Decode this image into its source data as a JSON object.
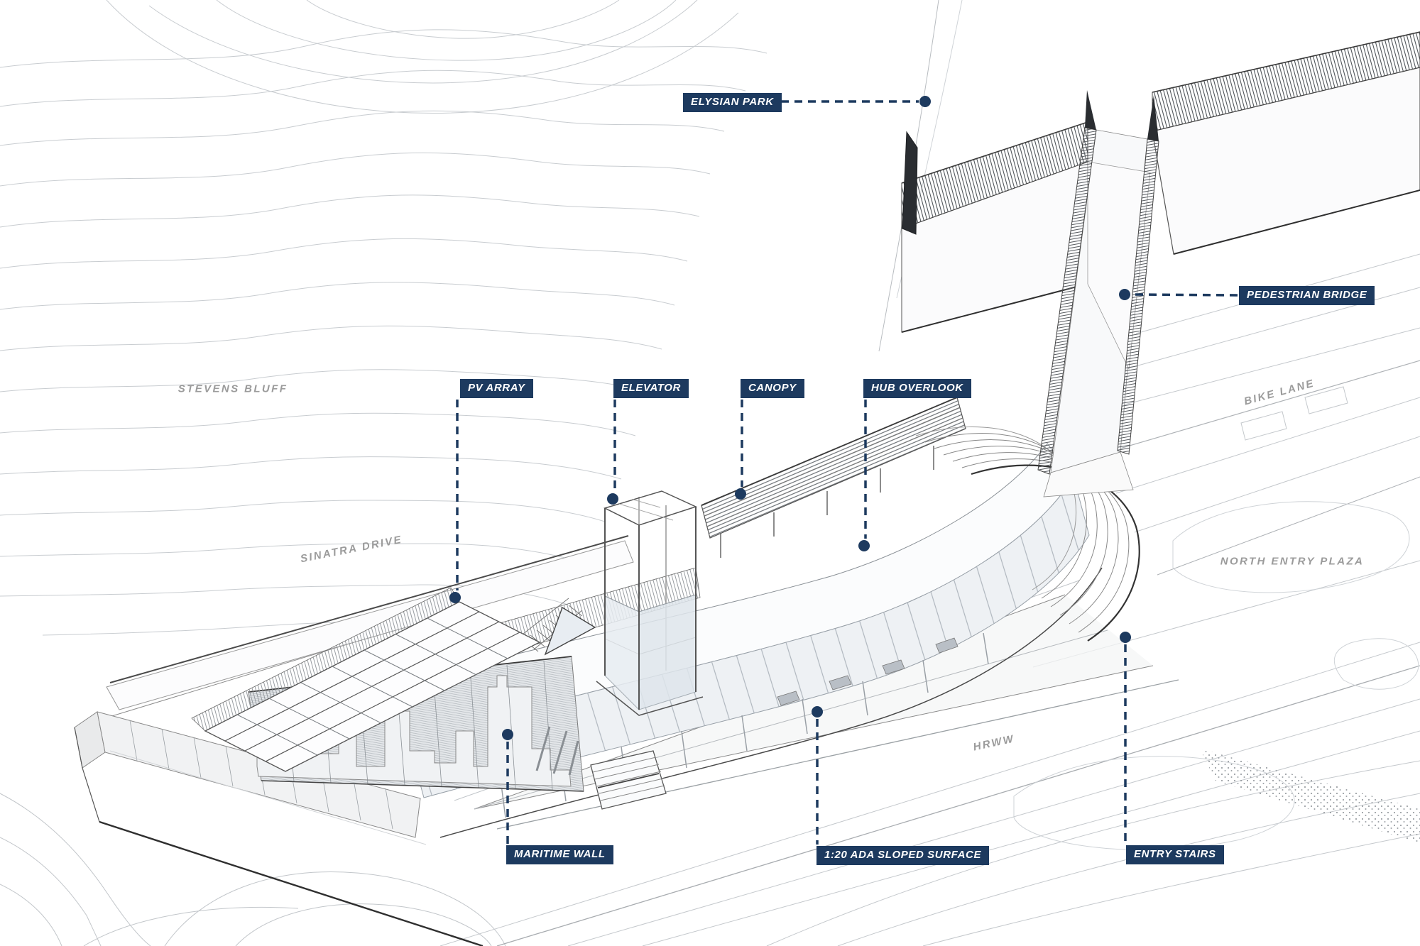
{
  "title": "Waterfront hub axonometric diagram",
  "colors": {
    "callout_bg": "#1d3a5f",
    "callout_text": "#ffffff",
    "leader": "#1d3a5f",
    "context_text": "#9b9b9b",
    "line_light": "#c8ccd0",
    "line_dark": "#3a3a3a",
    "glass": "#e8edf2"
  },
  "callouts": [
    {
      "id": "elysian-park",
      "label": "ELYSIAN PARK"
    },
    {
      "id": "pedestrian-bridge",
      "label": "PEDESTRIAN BRIDGE"
    },
    {
      "id": "pv-array",
      "label": "PV ARRAY"
    },
    {
      "id": "elevator",
      "label": "ELEVATOR"
    },
    {
      "id": "canopy",
      "label": "CANOPY"
    },
    {
      "id": "hub-overlook",
      "label": "HUB OVERLOOK"
    },
    {
      "id": "maritime-wall",
      "label": "MARITIME WALL"
    },
    {
      "id": "ada-sloped-surface",
      "label": "1:20 ADA SLOPED SURFACE"
    },
    {
      "id": "entry-stairs",
      "label": "ENTRY STAIRS"
    }
  ],
  "context_labels": [
    {
      "id": "stevens-bluff",
      "label": "STEVENS BLUFF"
    },
    {
      "id": "sinatra-drive",
      "label": "SINATRA DRIVE"
    },
    {
      "id": "bike-lane",
      "label": "BIKE LANE"
    },
    {
      "id": "north-entry-plaza",
      "label": "NORTH ENTRY PLAZA"
    },
    {
      "id": "hrww",
      "label": "HRWW"
    }
  ]
}
